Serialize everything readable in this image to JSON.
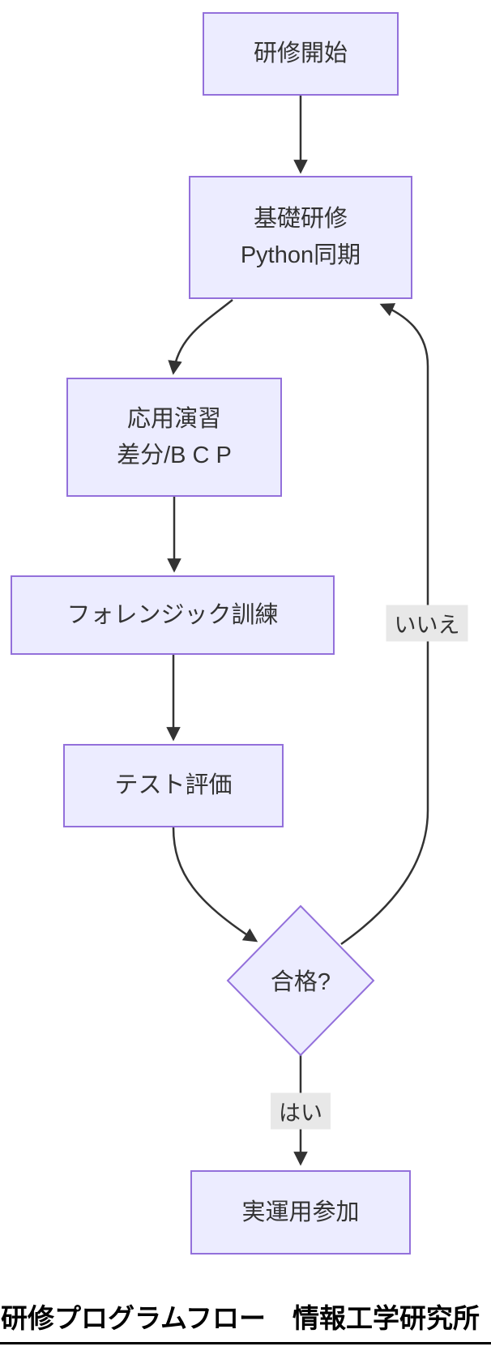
{
  "diagram": {
    "type": "flowchart",
    "direction": "top-down",
    "nodes": {
      "start": {
        "label": "研修開始",
        "shape": "rect"
      },
      "basic": {
        "line1": "基礎研修",
        "line2": "Python同期",
        "shape": "rect"
      },
      "applied": {
        "line1": "応用演習",
        "line2": "差分/B C P",
        "shape": "rect"
      },
      "forensic": {
        "label": "フォレンジック訓練",
        "shape": "rect"
      },
      "test": {
        "label": "テスト評価",
        "shape": "rect"
      },
      "decision": {
        "label": "合格?",
        "shape": "diamond"
      },
      "final": {
        "label": "実運用参加",
        "shape": "rect"
      }
    },
    "edges": [
      {
        "from": "start",
        "to": "basic"
      },
      {
        "from": "basic",
        "to": "applied"
      },
      {
        "from": "applied",
        "to": "forensic"
      },
      {
        "from": "forensic",
        "to": "test"
      },
      {
        "from": "test",
        "to": "decision"
      },
      {
        "from": "decision",
        "to": "basic",
        "label": "いいえ"
      },
      {
        "from": "decision",
        "to": "final",
        "label": "はい"
      }
    ],
    "edge_labels": {
      "no": "いいえ",
      "yes": "はい"
    },
    "caption": "研修プログラムフロー　情報工学研究所",
    "colors": {
      "node_fill": "#ECECFF",
      "node_border": "#9370DB",
      "edge": "#333333",
      "edge_label_bg": "#e8e8e8",
      "node_text": "#333333",
      "caption_text": "#000000"
    }
  }
}
